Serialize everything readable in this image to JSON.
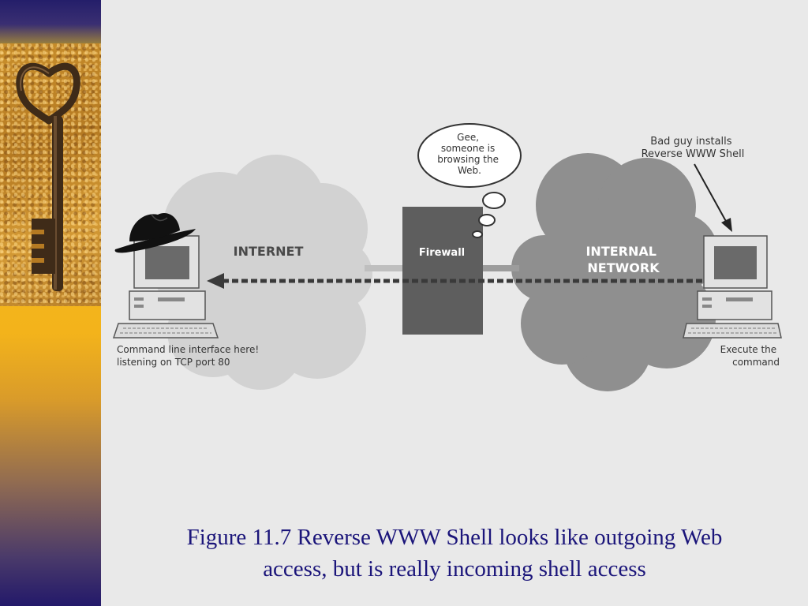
{
  "diagram": {
    "internet_label": "INTERNET",
    "firewall_label": "Firewall",
    "internal_network_label": [
      "INTERNAL",
      "NETWORK"
    ],
    "thought_bubble": [
      "Gee,",
      "someone is",
      "browsing the",
      "Web."
    ],
    "bad_guy_note": [
      "Bad guy installs",
      "Reverse WWW Shell"
    ],
    "attacker_note": [
      "Command line interface here!",
      "listening on TCP port 80"
    ],
    "victim_note": [
      "Execute the",
      "command"
    ]
  },
  "caption": {
    "line1": "Figure 11.7  Reverse WWW Shell looks like outgoing Web",
    "line2": "access, but is really incoming shell access"
  },
  "colors": {
    "caption_text": "#1b157a",
    "internet_cloud": "#d2d2d2",
    "internal_cloud": "#8f8f8f",
    "firewall": "#5e5e5e",
    "arrow": "#3a3a3a"
  }
}
